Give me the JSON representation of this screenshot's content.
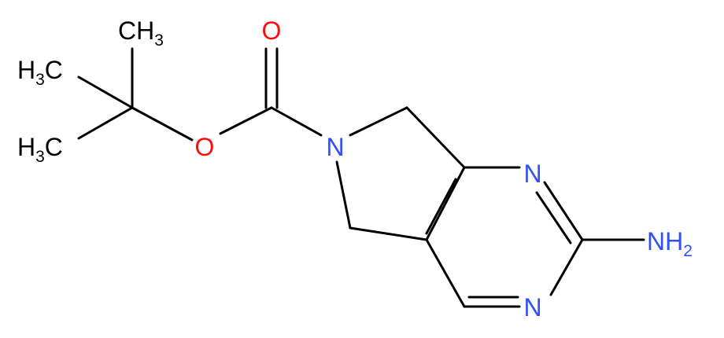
{
  "colors": {
    "bond": "#000000",
    "carbon_label": "#000000",
    "oxygen": "#ff0d0d",
    "nitrogen": "#3050f8"
  },
  "labels": {
    "methyl_top": {
      "main": "CH",
      "sub": "3"
    },
    "methyl_mid": {
      "prefix": "H",
      "sub": "3",
      "suffix": "C"
    },
    "methyl_low": {
      "prefix": "H",
      "sub": "3",
      "suffix": "C"
    },
    "carbonyl_oxygen": "O",
    "ester_oxygen": "O",
    "pyrrolidine_nitrogen": "N",
    "pyrimidine_n_upper": "N",
    "pyrimidine_n_lower": "N",
    "amino": {
      "main": "NH",
      "sub": "2"
    }
  }
}
